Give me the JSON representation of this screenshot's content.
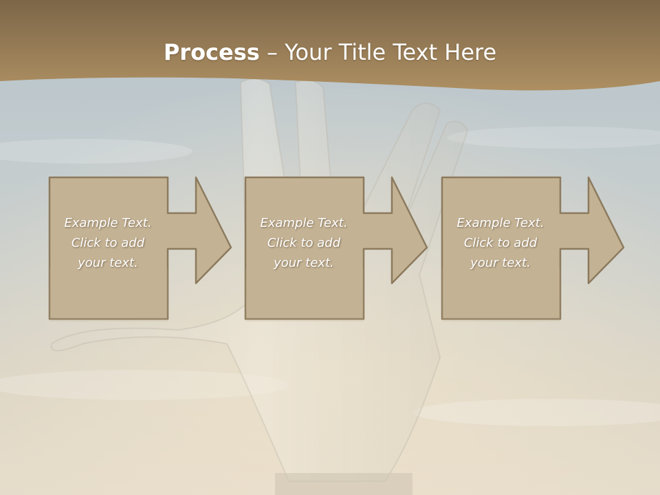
{
  "slide": {
    "title_bold": "Process",
    "title_rest": " – Your Title Text Here"
  },
  "steps": [
    {
      "line1": "Example Text.",
      "line2": "Click  to add",
      "line3": "your text."
    },
    {
      "line1": "Example Text.",
      "line2": "Click  to add",
      "line3": "your text."
    },
    {
      "line1": "Example Text.",
      "line2": "Click  to add",
      "line3": "your text."
    }
  ],
  "colors": {
    "header_band": "#a3865a",
    "box_fill": "#c4b294",
    "box_border": "#8c7a5e"
  }
}
